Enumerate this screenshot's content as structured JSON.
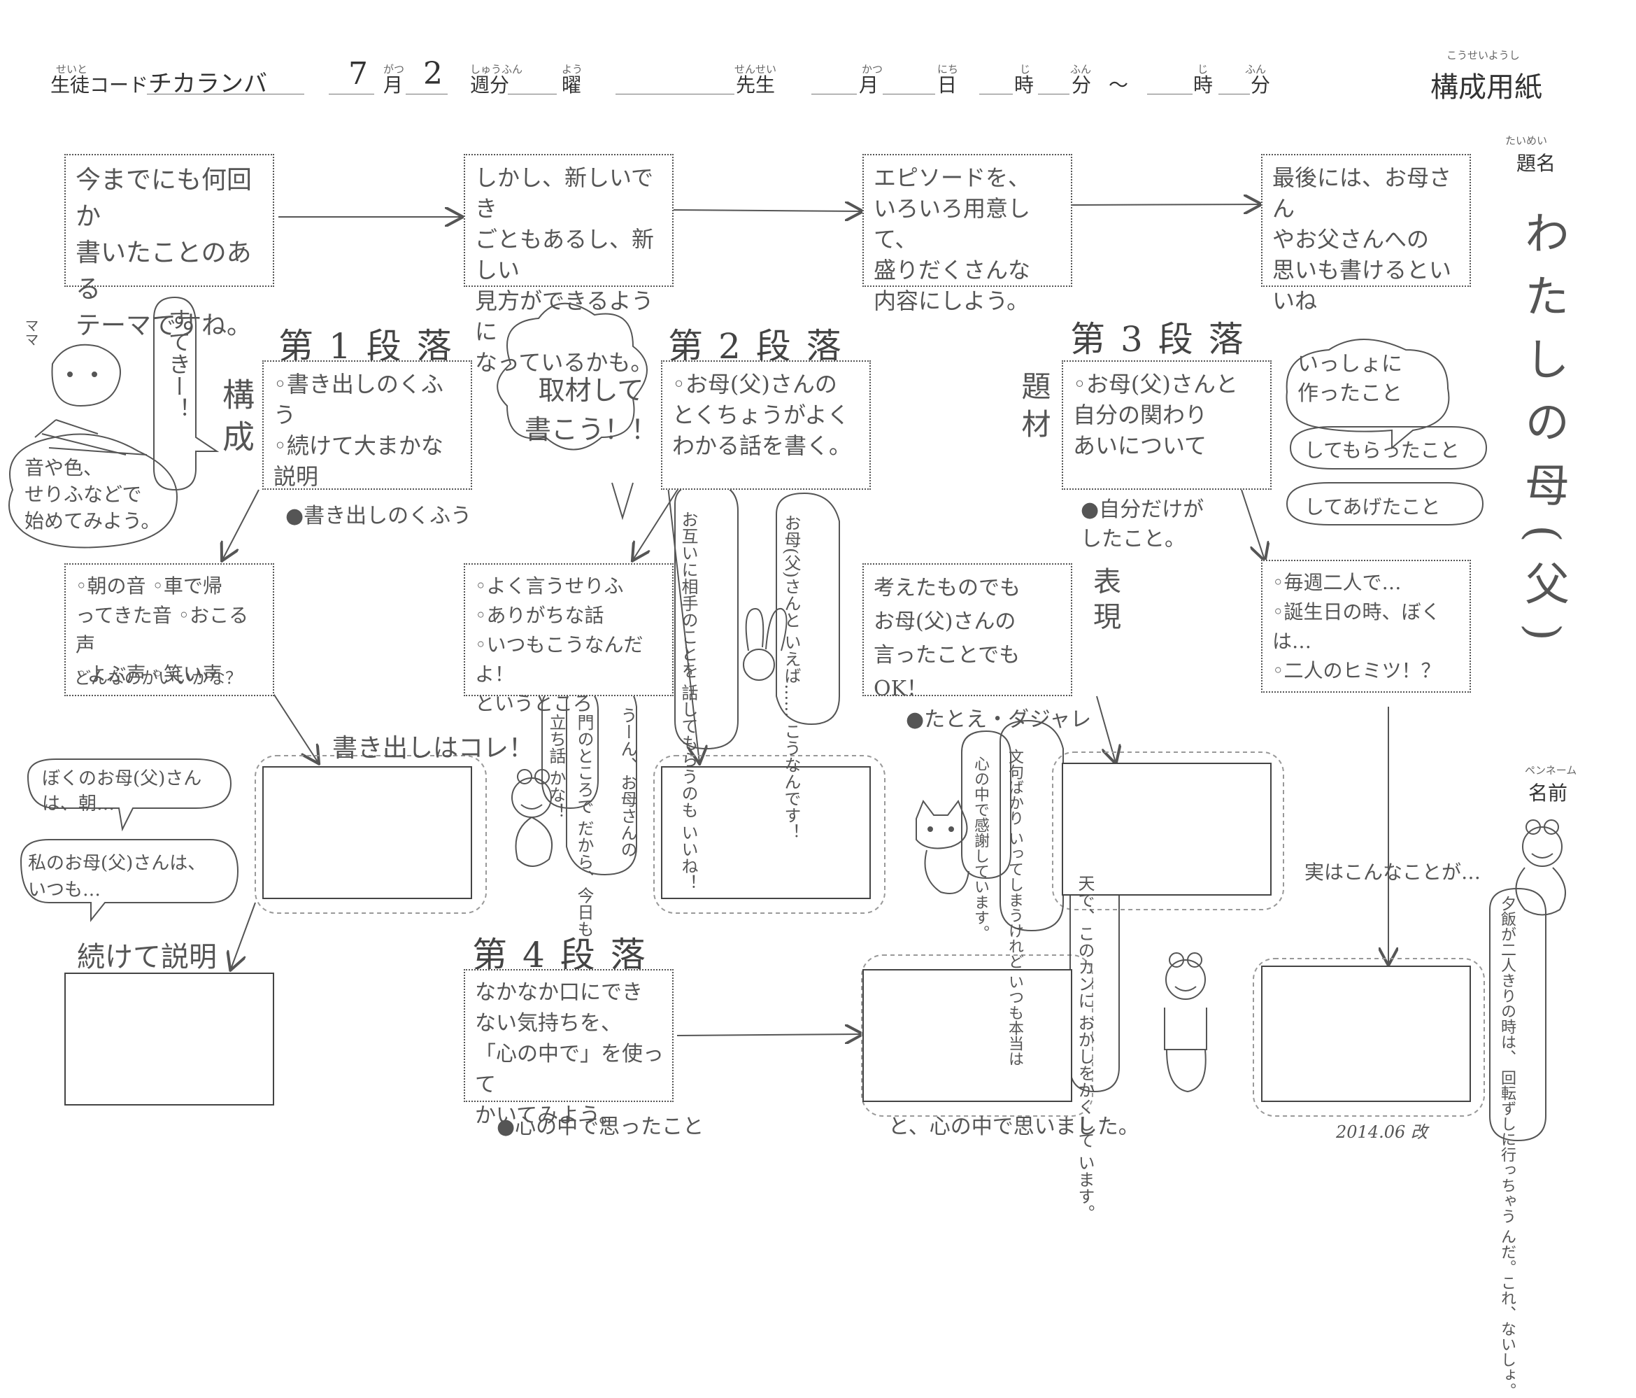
{
  "header": {
    "student_code_ruby": "せいと",
    "student_code_label": "生徒コード",
    "student_code_value": "チカランバ",
    "month_value": "7",
    "month_ruby": "がつ",
    "month_label": "月",
    "week_value": "2",
    "week_ruby": "しゅうふん",
    "week_label": "週分",
    "day_ruby": "よう",
    "day_label": "曜",
    "teacher_ruby": "せんせい",
    "teacher_label": "先生",
    "date_month_ruby": "かつ",
    "date_month_label": "月",
    "date_day_ruby": "にち",
    "date_day_label": "日",
    "time_h_ruby": "じ",
    "time_h_label": "時",
    "time_m_ruby": "ふん",
    "time_m_label": "分",
    "tilde": "～",
    "time_h2_ruby": "じ",
    "time_h2_label": "時",
    "time_m2_ruby": "ふん",
    "time_m2_label": "分",
    "sheet_ruby": "こうせいようし",
    "sheet_title": "構成用紙"
  },
  "title_area": {
    "ruby": "たいめい",
    "label": "題名",
    "value": "わたしの母(父)"
  },
  "top_flow": [
    "今までにも何回か\n書いたことのある\nテーマですね。",
    "しかし、新しいでき\nごともあるし、新しい\n見方ができるように\nなっているかも。",
    "エピソードを、\nいろいろ用意して、\n盛りだくさんな\n内容にしよう。",
    "最後には、お母さん\nやお父さんへの\n思いも書けるといいね"
  ],
  "paragraph1": {
    "heading": "第1段落",
    "items": "◦書き出しのくふう\n◦続けて大まかな\n説明",
    "note": "●書き出しのくふう",
    "detail": "◦朝の音 ◦車で帰\nってきた音 ◦おこる声\n◦よぶ声 ◦笑い声",
    "detail_tail": "どんなのがいいかな？",
    "side_label": "構成",
    "start_label": "書き出しはコレ！",
    "continue_label": "続けて説明"
  },
  "paragraph2": {
    "heading": "第2段落",
    "items": "◦お母(父)さんの\nとくちょうがよく\nわかる話を書く。",
    "detail": "◦よく言うせりふ\n◦ありがちな話\n◦いつもこうなんだよ！\nというところ"
  },
  "paragraph3": {
    "heading": "第3段落",
    "items": "◦お母(父)さんと\n自分の関わり\nあいについて",
    "note": "●自分だけが\nしたこと。",
    "detail": "◦毎週二人で…\n◦誕生日の時、ぼく\nは…\n◦二人のヒミツ！？",
    "side_label": "題材",
    "reveal_label": "実はこんなことが…"
  },
  "paragraph4": {
    "heading": "第4段落",
    "items": "なかなか口にでき\nない気持ちを、\n「心の中で」を使って\nかいてみよう。",
    "note": "●心の中で思ったこと",
    "ending": "と、心の中で思いました。"
  },
  "expression": {
    "label": "表現",
    "box": "考えたものでも\nお母(父)さんの\n言ったことでも OK！",
    "note": "●たとえ・ダジャレ"
  },
  "bubbles": {
    "material": "取材して\n書こう！！",
    "together1": "いっしょに\n作ったこと",
    "together2": "してもらったこと",
    "together3": "してあげたこと",
    "sound": "音や色、\nせりふなどで\n始めてみよう。",
    "suteki": "すてきー！",
    "mama": "ママ",
    "example1": "ぼくのお母(父)さん\nは、朝…",
    "example2": "私のお母(父)さんは、\nいつも…",
    "rabbit1": "お母(父)さんと\nいえば……\nこうなんです！",
    "rabbit2": "お互いに相手のことを\n話してもらうのも\nいいね！",
    "frog1": "立ち話\nかな！",
    "frog2": "門のところで\nだから、今日も",
    "frog3": "うーん、お母さんの",
    "cat1": "心の中で感謝しています。",
    "cat2": "文句ばかり\nいってしまうけれど\nいつも本当は",
    "frog4": "天で、このカンに\nおかしをかくして\nいます。",
    "frog5": "夕飯が二人きりの時は、\n回転ずしに行っちゃう\nんだ。これ、ないしょ。"
  },
  "pen_name": {
    "ruby": "ペンネーム",
    "label": "名前"
  },
  "revision": "2014.06 改"
}
